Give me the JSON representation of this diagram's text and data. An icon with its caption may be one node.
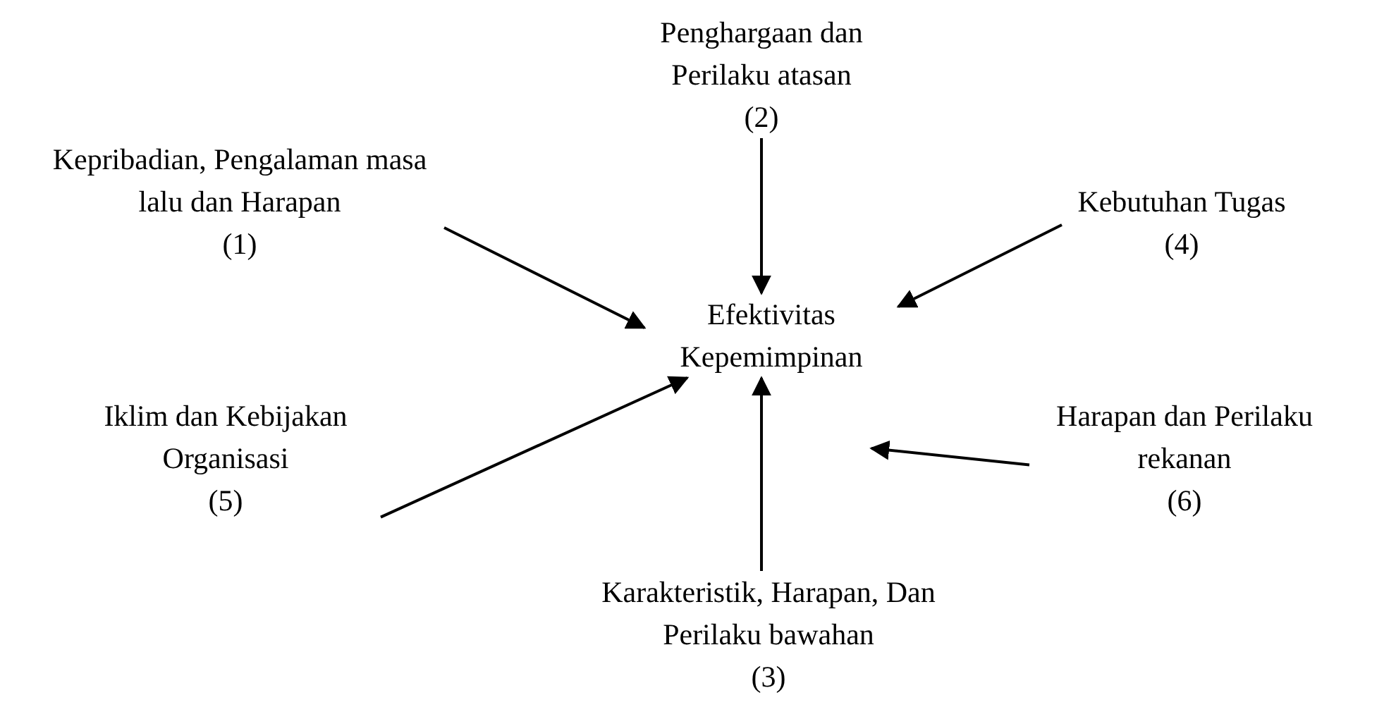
{
  "diagram": {
    "nodes": [
      {
        "text": [
          "Penghargaan dan Perilaku atasan",
          "(2)"
        ]
      },
      {
        "text": [
          "Kepribadian, Pengalaman masa lalu dan Harapan",
          "(1)"
        ]
      },
      {
        "text": [
          "Kebutuhan Tugas",
          "(4)"
        ]
      },
      {
        "text": [
          "Efektivitas Kepemimpinan"
        ]
      },
      {
        "text": [
          "Iklim dan Kebijakan Organisasi",
          "(5)"
        ]
      },
      {
        "text": [
          "Harapan dan Perilaku rekanan",
          "(6)"
        ]
      },
      {
        "text": [
          "Karakteristik, Harapan, Dan Perilaku bawahan",
          "(3)"
        ]
      }
    ],
    "edges": [
      {
        "from": 0,
        "to": 3,
        "arrow": "to"
      },
      {
        "from": 1,
        "to": 3,
        "arrow": "to"
      },
      {
        "from": 2,
        "to": 3,
        "arrow": "to"
      },
      {
        "from": 4,
        "to": 3,
        "arrow": "to"
      },
      {
        "from": 5,
        "to": 3,
        "arrow": "to"
      },
      {
        "from": 6,
        "to": 3,
        "arrow": "to"
      }
    ]
  }
}
